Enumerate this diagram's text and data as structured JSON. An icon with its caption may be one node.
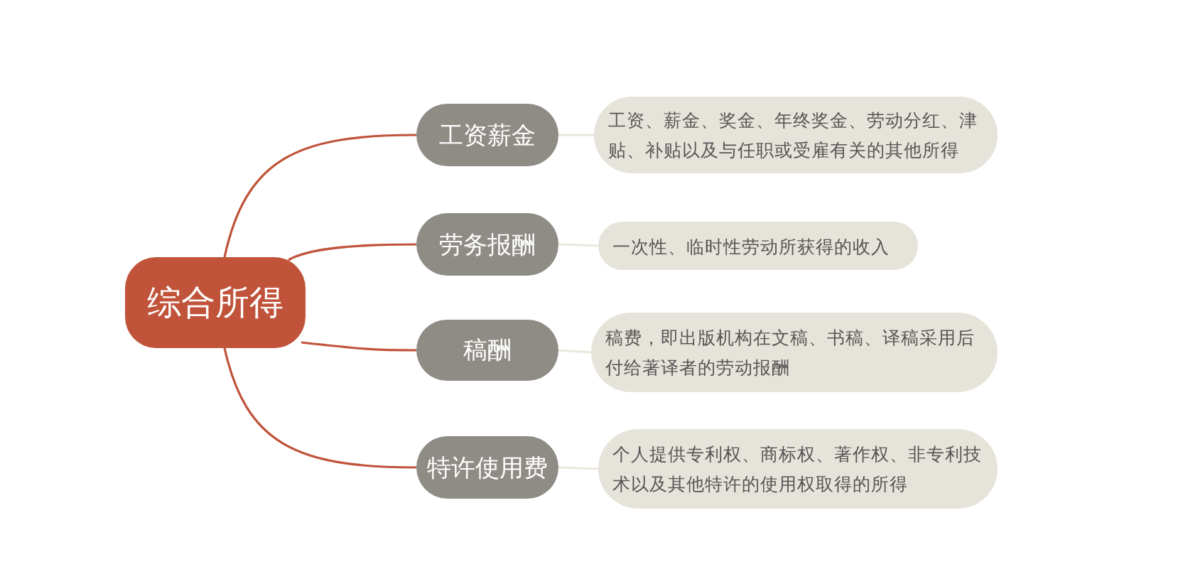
{
  "diagram": {
    "nodes": [
      {
        "text": [
          "综合所得"
        ]
      },
      {
        "text": [
          "工资薪金"
        ]
      },
      {
        "text": [
          "工资、薪金、奖金、年终奖金、劳动分红、津贴、补贴以及与任职或受雇有关的其他所得"
        ]
      },
      {
        "text": [
          "劳务报酬"
        ]
      },
      {
        "text": [
          "一次性、临时性劳动所获得的收入"
        ]
      },
      {
        "text": [
          "稿酬"
        ]
      },
      {
        "text": [
          "稿费，即出版机构在文稿、书稿、译稿采用后付给著译者的劳动报酬"
        ]
      },
      {
        "text": [
          "特许使用费"
        ]
      },
      {
        "text": [
          "个人提供专利权、商标权、著作权、非专利技术以及其他特许的使用权取得的所得"
        ]
      }
    ],
    "edges": [
      {
        "from": 0,
        "to": 1,
        "arrow": "none"
      },
      {
        "from": 0,
        "to": 3,
        "arrow": "none"
      },
      {
        "from": 0,
        "to": 5,
        "arrow": "none"
      },
      {
        "from": 0,
        "to": 7,
        "arrow": "none"
      },
      {
        "from": 1,
        "to": 2,
        "arrow": "none",
        "color": "#ebe7de"
      },
      {
        "from": 3,
        "to": 4,
        "arrow": "none",
        "color": "#ebe7de"
      },
      {
        "from": 5,
        "to": 6,
        "arrow": "none",
        "color": "#ebe7de"
      },
      {
        "from": 7,
        "to": 8,
        "arrow": "none",
        "color": "#ebe7de"
      }
    ]
  }
}
